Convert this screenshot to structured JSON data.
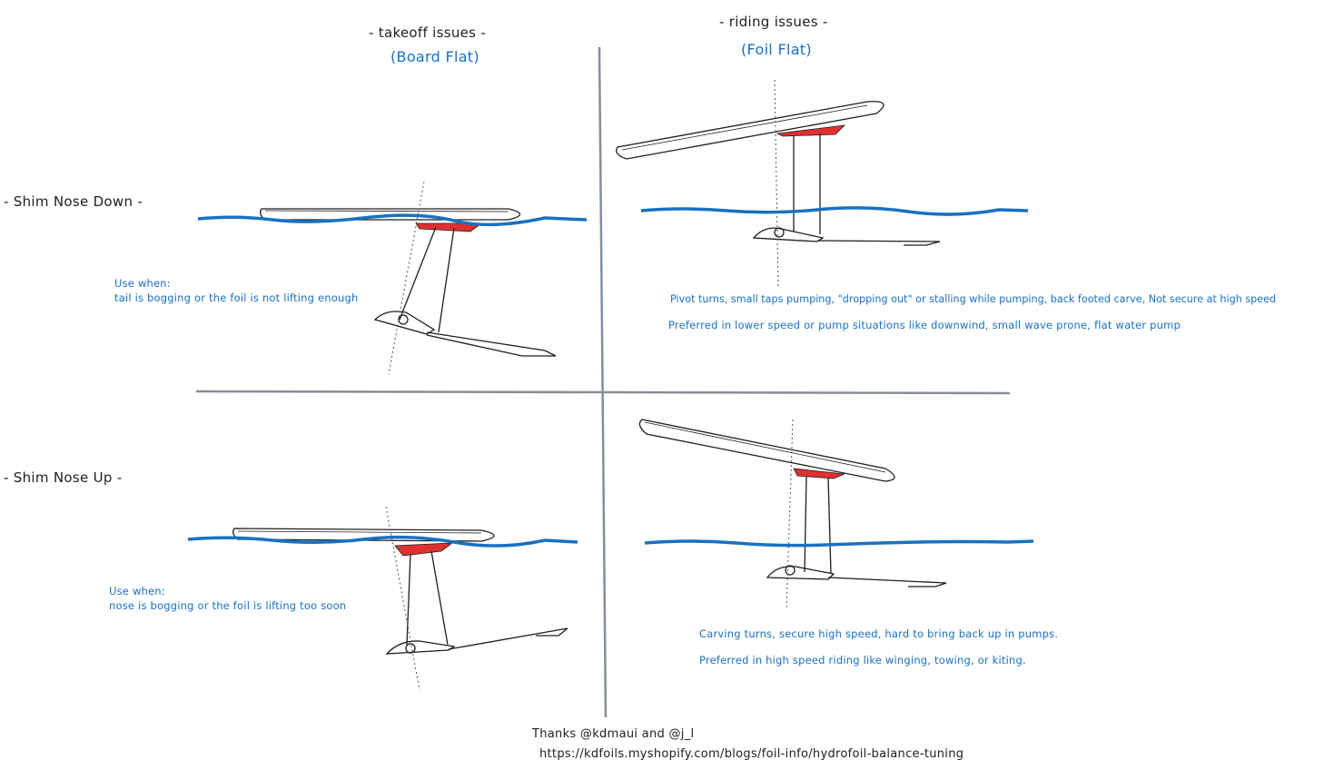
{
  "columns": {
    "takeoff": {
      "heading": "- takeoff issues -",
      "subheading": "(Board Flat)"
    },
    "riding": {
      "heading": "- riding issues -",
      "subheading": "(Foil Flat)"
    }
  },
  "rows": {
    "nose_down": {
      "label": "- Shim Nose Down -"
    },
    "nose_up": {
      "label": "- Shim Nose Up -"
    }
  },
  "notes": {
    "takeoff_down": {
      "line1": "Use when:",
      "line2": "tail is bogging or the foil is not lifting enough"
    },
    "takeoff_up": {
      "line1": "Use when:",
      "line2": "nose is bogging or the foil is lifting too soon"
    },
    "riding_down": {
      "line1": "Pivot turns, small taps pumping, \"dropping out\" or stalling while pumping, back footed carve, Not secure at high speed",
      "line2": "Preferred in lower speed or pump situations like downwind, small wave prone, flat water pump"
    },
    "riding_up": {
      "line1": "Carving turns, secure high speed, hard to bring back up in pumps.",
      "line2": "Preferred in high speed riding like winging, towing, or kiting."
    }
  },
  "credits": {
    "thanks": "Thanks @kdmaui and @j_l",
    "url": "https://kdfoils.myshopify.com/blogs/foil-info/hydrofoil-balance-tuning"
  },
  "colors": {
    "ink": "#1e1e1e",
    "water": "#1971c2",
    "shim": "#e03131",
    "divider": "#868e96"
  }
}
